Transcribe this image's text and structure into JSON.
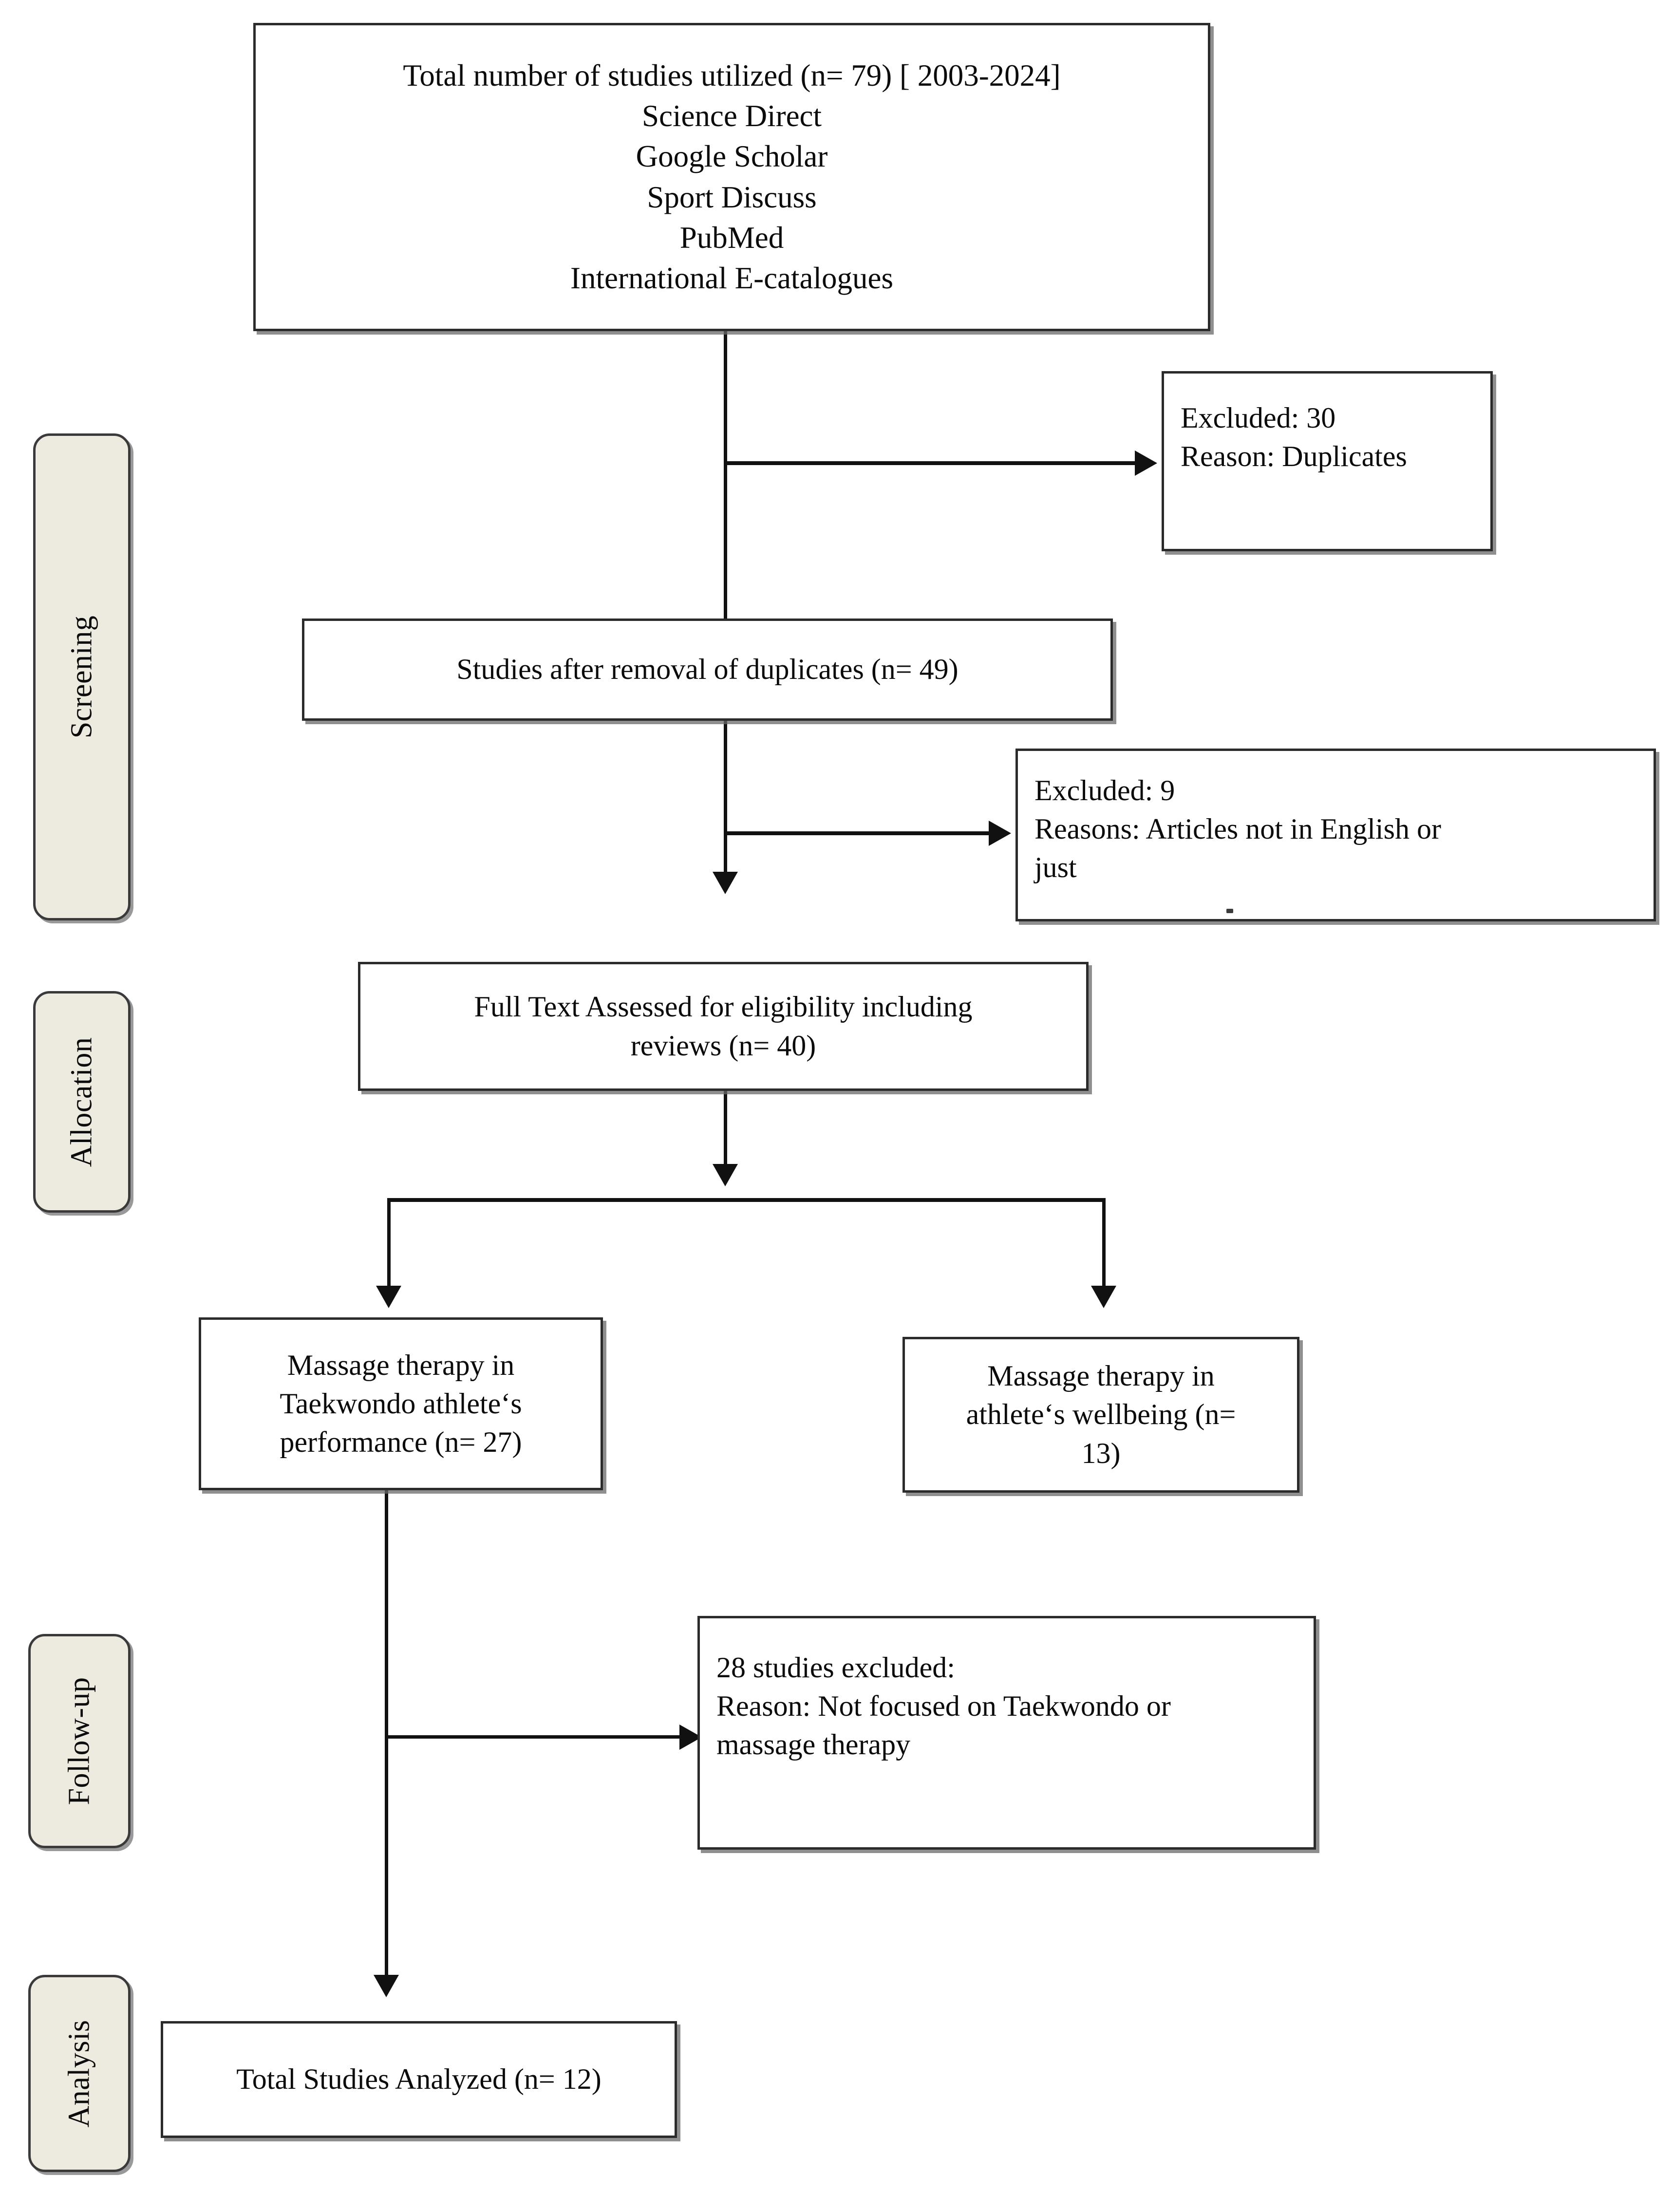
{
  "diagram": {
    "title": "PRISMA study selection flow diagram",
    "type": "flowchart"
  },
  "stages": [
    {
      "id": "screening",
      "label": "Screening"
    },
    {
      "id": "allocation",
      "label": "Allocation"
    },
    {
      "id": "followup",
      "label": "Follow-up"
    },
    {
      "id": "analysis",
      "label": "Analysis"
    }
  ],
  "nodes": {
    "identification": {
      "lines": [
        "Total number of studies utilized (n= 79) [ 2003-2024]",
        "Science Direct",
        "Google Scholar",
        "Sport Discuss",
        "PubMed",
        "International E-catalogues"
      ]
    },
    "excluded_duplicates": {
      "lines": [
        "Excluded: 30",
        "Reason: Duplicates"
      ]
    },
    "after_duplicates": {
      "lines": [
        "Studies after removal of duplicates (n= 49)"
      ]
    },
    "excluded_language": {
      "lines": [
        "Excluded: 9",
        " Reasons: Articles not in English or",
        "just"
      ]
    },
    "full_text": {
      "lines": [
        "Full Text Assessed for eligibility including",
        "reviews (n= 40)"
      ]
    },
    "branch_performance": {
      "lines": [
        "Massage therapy in",
        "Taekwondo athlete‘s",
        "performance (n= 27)"
      ]
    },
    "branch_wellbeing": {
      "lines": [
        "Massage therapy in",
        "athlete‘s wellbeing (n=",
        "13)"
      ]
    },
    "excluded_focus": {
      "lines": [
        "28 studies excluded:",
        "Reason: Not focused on Taekwondo or",
        "massage therapy"
      ]
    },
    "total_analyzed": {
      "lines": [
        "Total Studies Analyzed (n= 12)"
      ]
    }
  },
  "counts": {
    "total_utilized": 79,
    "year_range": "2003-2024",
    "excluded_duplicates": 30,
    "after_duplicates": 49,
    "excluded_language": 9,
    "full_text_assessed": 40,
    "branch_performance": 27,
    "branch_wellbeing": 13,
    "excluded_focus": 28,
    "total_analyzed": 12
  },
  "sources": [
    "Science Direct",
    "Google Scholar",
    "Sport Discuss",
    "PubMed",
    "International E-catalogues"
  ],
  "colors": {
    "background": "#ffffff",
    "box_border": "#2b2b2b",
    "box_fill": "#ffffff",
    "stage_fill": "#edeae0",
    "stage_border": "#3a3a3a",
    "connector": "#111111",
    "text": "#0b0b0b"
  }
}
